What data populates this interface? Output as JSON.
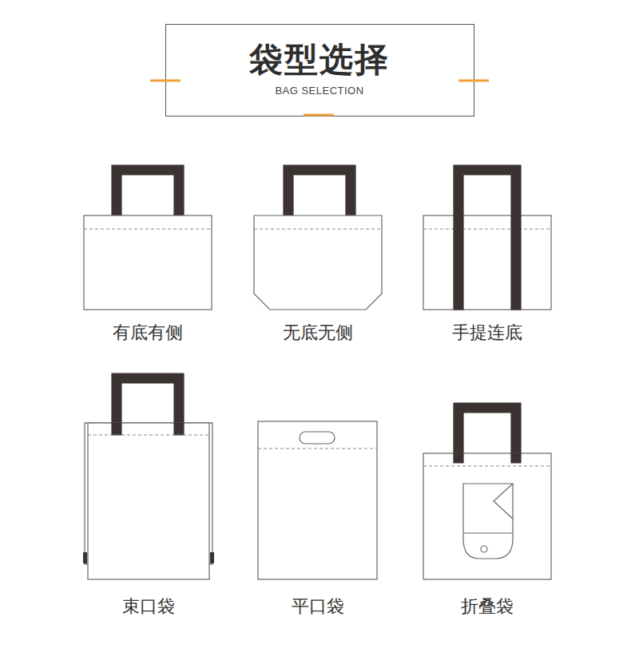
{
  "diagram": {
    "title": "袋型选择",
    "labels": [
      "BAG SELECTION",
      "有底有侧",
      "无底无侧",
      "手提连底",
      "束口袋",
      "平口袋",
      "折叠袋"
    ]
  }
}
